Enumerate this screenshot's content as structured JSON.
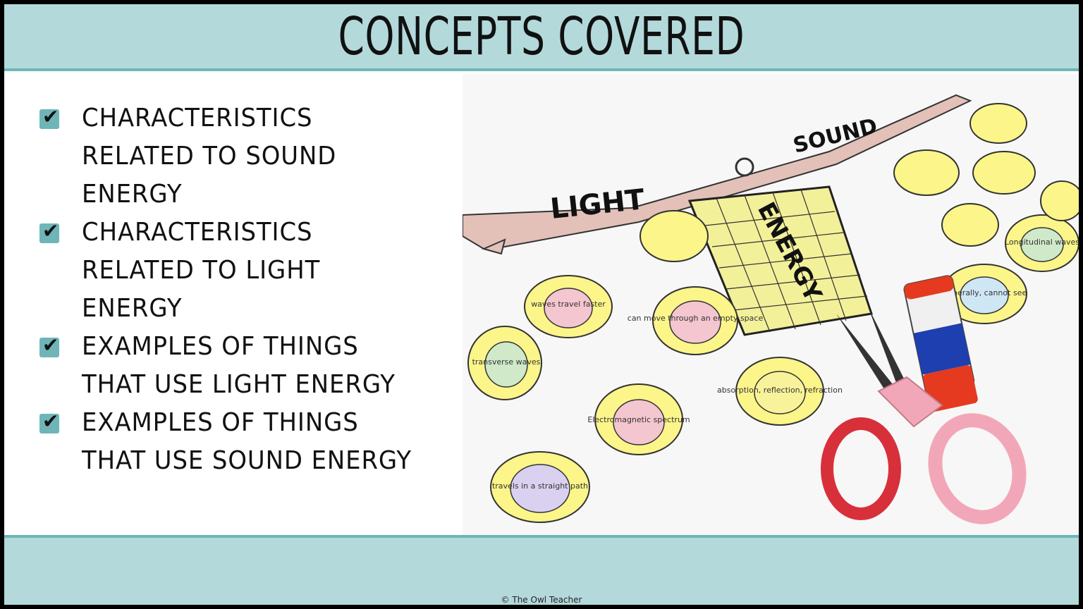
{
  "header": {
    "title": "CONCEPTS COVERED"
  },
  "checklist": [
    {
      "text": "CHARACTERISTICS\nRELATED TO SOUND\nENERGY"
    },
    {
      "text": "CHARACTERISTICS\nRELATED TO LIGHT\nENERGY"
    },
    {
      "text": "EXAMPLES OF THINGS\nTHAT USE LIGHT ENERGY"
    },
    {
      "text": "EXAMPLES OF THINGS\nTHAT USE SOUND ENERGY"
    }
  ],
  "check_glyph": "✔",
  "photo": {
    "branch_words": {
      "light": "LIGHT",
      "sound": "SOUND",
      "energy": "ENERGY"
    },
    "bug_labels": [
      "waves travel faster",
      "can move through an empty space",
      "transverse waves",
      "Electromagnetic spectrum",
      "absorption, reflection, refraction",
      "travels in a straight path",
      "Generally, cannot see",
      "Longitudinal waves"
    ]
  },
  "footer": {
    "credit": "© The Owl Teacher"
  },
  "colors": {
    "teal_light": "#b3d9db",
    "teal_dark": "#6fb5b8",
    "background": "#ffffff"
  }
}
